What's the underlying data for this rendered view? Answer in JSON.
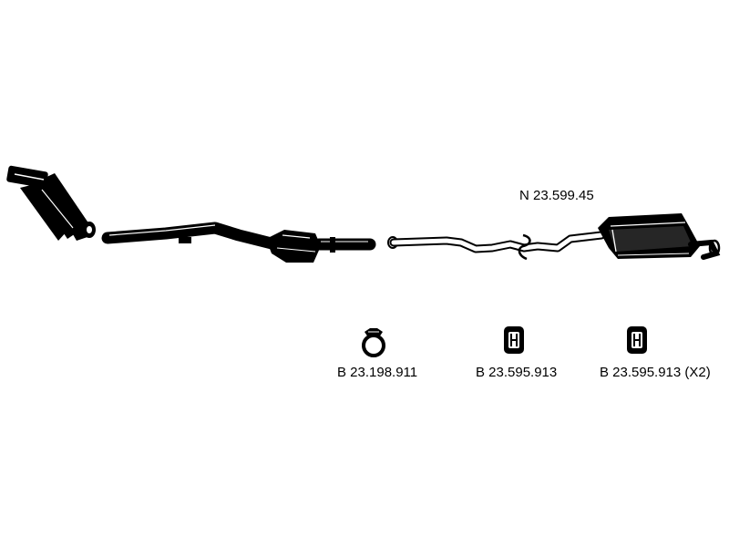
{
  "parts": {
    "rear_silencer": {
      "code": "N 23.599.45"
    },
    "clamp": {
      "code": "B 23.198.911",
      "icon": "pipe-clamp-icon"
    },
    "rubber_mount_1": {
      "code": "B 23.595.913",
      "icon": "rubber-mount-icon"
    },
    "rubber_mount_2": {
      "code": "B 23.595.913 (X2)",
      "icon": "rubber-mount-icon"
    }
  },
  "colors": {
    "ink": "#000000",
    "background": "#ffffff",
    "highlight": "#ffffff"
  }
}
